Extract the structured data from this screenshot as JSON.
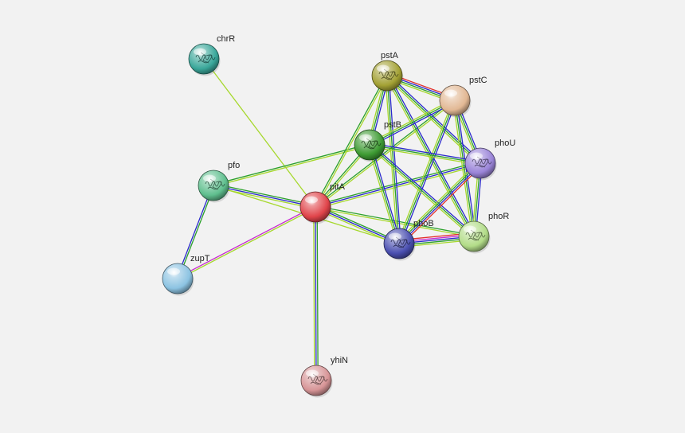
{
  "network": {
    "nodes": [
      {
        "id": "chrR",
        "label": "chrR",
        "color": "#3aa79a",
        "glyph": "protein-structure-icon"
      },
      {
        "id": "pstA",
        "label": "pstA",
        "color": "#a3a134",
        "glyph": "protein-structure-icon"
      },
      {
        "id": "pstC",
        "label": "pstC",
        "color": "#e2b894",
        "glyph": "none"
      },
      {
        "id": "pstB",
        "label": "pstB",
        "color": "#3e9b33",
        "glyph": "protein-structure-icon"
      },
      {
        "id": "phoU",
        "label": "phoU",
        "color": "#9a84d8",
        "glyph": "protein-structure-icon"
      },
      {
        "id": "pfo",
        "label": "pfo",
        "color": "#5fbf8e",
        "glyph": "protein-structure-icon"
      },
      {
        "id": "pitA",
        "label": "pitA",
        "color": "#e0444a",
        "glyph": "none"
      },
      {
        "id": "phoR",
        "label": "phoR",
        "color": "#b2dc88",
        "glyph": "protein-structure-icon"
      },
      {
        "id": "phoB",
        "label": "phoB",
        "color": "#4a4fb0",
        "glyph": "protein-structure-icon"
      },
      {
        "id": "zupT",
        "label": "zupT",
        "color": "#8cc3e2",
        "glyph": "none"
      },
      {
        "id": "yhiN",
        "label": "yhiN",
        "color": "#d79597",
        "glyph": "protein-structure-icon"
      }
    ],
    "edges": [
      {
        "source": "chrR",
        "target": "pitA",
        "colors": [
          "#a6d82c"
        ]
      },
      {
        "source": "pfo",
        "target": "zupT",
        "colors": [
          "#2ca02c",
          "#2a2acc"
        ]
      },
      {
        "source": "zupT",
        "target": "pitA",
        "colors": [
          "#c72bd1",
          "#a6d82c"
        ]
      },
      {
        "source": "pfo",
        "target": "pitA",
        "colors": [
          "#2ca02c",
          "#2a2acc",
          "#a6d82c"
        ]
      },
      {
        "source": "pfo",
        "target": "pstB",
        "colors": [
          "#2ca02c",
          "#a6d82c"
        ]
      },
      {
        "source": "pfo",
        "target": "phoB",
        "colors": [
          "#a6d82c"
        ]
      },
      {
        "source": "pitA",
        "target": "yhiN",
        "colors": [
          "#2ca02c",
          "#2a2acc",
          "#a6d82c"
        ]
      },
      {
        "source": "pitA",
        "target": "pstA",
        "colors": [
          "#2ca02c",
          "#a6d82c"
        ]
      },
      {
        "source": "pitA",
        "target": "pstB",
        "colors": [
          "#2ca02c",
          "#a6d82c"
        ]
      },
      {
        "source": "pitA",
        "target": "pstC",
        "colors": [
          "#2ca02c",
          "#a6d82c"
        ]
      },
      {
        "source": "pitA",
        "target": "phoU",
        "colors": [
          "#2ca02c",
          "#2a2acc",
          "#a6d82c"
        ]
      },
      {
        "source": "pitA",
        "target": "phoB",
        "colors": [
          "#2ca02c",
          "#2a2acc",
          "#a6d82c"
        ]
      },
      {
        "source": "pitA",
        "target": "phoR",
        "colors": [
          "#2ca02c",
          "#a6d82c"
        ]
      },
      {
        "source": "pstA",
        "target": "pstC",
        "colors": [
          "#e2302c",
          "#2a2acc",
          "#2ca02c",
          "#a6d82c"
        ]
      },
      {
        "source": "pstA",
        "target": "pstB",
        "colors": [
          "#2a2acc",
          "#2ca02c",
          "#a6d82c"
        ]
      },
      {
        "source": "pstA",
        "target": "phoU",
        "colors": [
          "#2a2acc",
          "#2ca02c",
          "#a6d82c"
        ]
      },
      {
        "source": "pstA",
        "target": "phoB",
        "colors": [
          "#2a2acc",
          "#2ca02c",
          "#a6d82c"
        ]
      },
      {
        "source": "pstA",
        "target": "phoR",
        "colors": [
          "#2a2acc",
          "#2ca02c",
          "#a6d82c"
        ]
      },
      {
        "source": "pstC",
        "target": "pstB",
        "colors": [
          "#2a2acc",
          "#2ca02c",
          "#a6d82c"
        ]
      },
      {
        "source": "pstC",
        "target": "phoU",
        "colors": [
          "#2a2acc",
          "#2ca02c",
          "#a6d82c"
        ]
      },
      {
        "source": "pstC",
        "target": "phoB",
        "colors": [
          "#2a2acc",
          "#2ca02c",
          "#a6d82c"
        ]
      },
      {
        "source": "pstC",
        "target": "phoR",
        "colors": [
          "#2a2acc",
          "#2ca02c",
          "#a6d82c"
        ]
      },
      {
        "source": "pstB",
        "target": "phoU",
        "colors": [
          "#2a2acc",
          "#2ca02c",
          "#a6d82c"
        ]
      },
      {
        "source": "pstB",
        "target": "phoB",
        "colors": [
          "#2a2acc",
          "#2ca02c",
          "#a6d82c"
        ]
      },
      {
        "source": "pstB",
        "target": "phoR",
        "colors": [
          "#2a2acc",
          "#2ca02c",
          "#a6d82c"
        ]
      },
      {
        "source": "phoU",
        "target": "phoB",
        "colors": [
          "#e2302c",
          "#2a2acc",
          "#2ca02c",
          "#a6d82c"
        ]
      },
      {
        "source": "phoU",
        "target": "phoR",
        "colors": [
          "#2a2acc",
          "#2ca02c",
          "#a6d82c"
        ]
      },
      {
        "source": "phoB",
        "target": "phoR",
        "colors": [
          "#e2302c",
          "#c72bd1",
          "#2a2acc",
          "#2ca02c",
          "#a6d82c"
        ]
      }
    ]
  }
}
